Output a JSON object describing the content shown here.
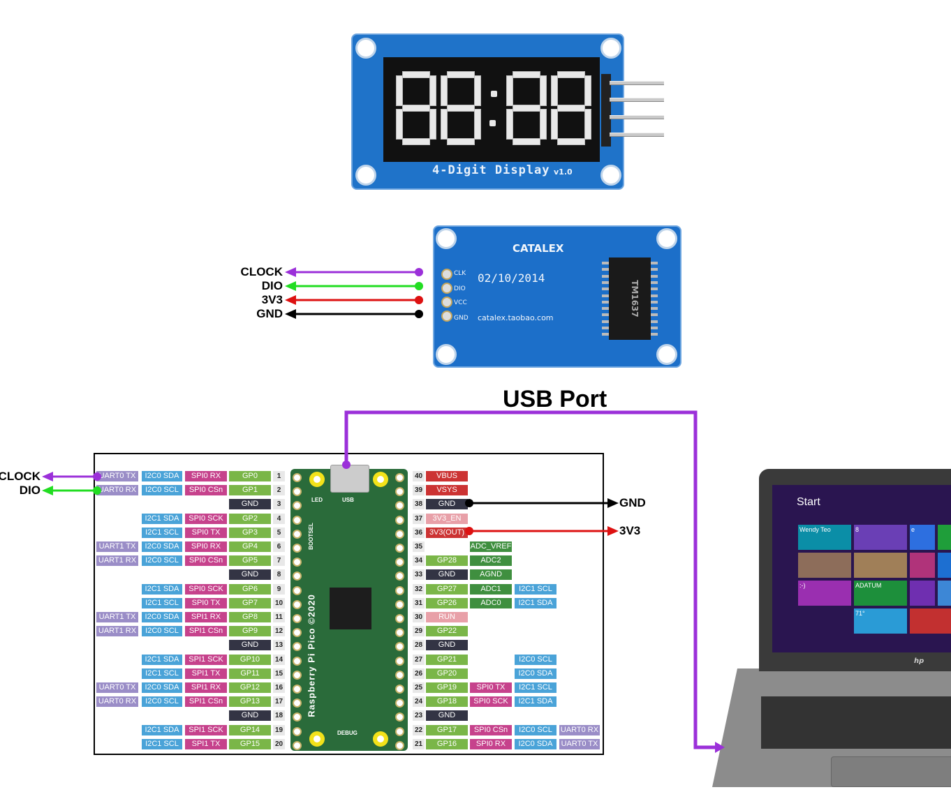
{
  "title": "USB Port",
  "display_front": {
    "label": "4-Digit Display",
    "version": "v1.0"
  },
  "display_back": {
    "brand": "CATALEX",
    "date": "02/10/2014",
    "url": "catalex.taobao.com",
    "chip": "TM1637",
    "pins": [
      "CLK",
      "DIO",
      "VCC",
      "GND"
    ]
  },
  "module_wires": [
    {
      "label": "CLOCK",
      "color": "#9b30d9"
    },
    {
      "label": "DIO",
      "color": "#22dd22"
    },
    {
      "label": "3V3",
      "color": "#dd1111"
    },
    {
      "label": "GND",
      "color": "#000000"
    }
  ],
  "pico_wires_left": [
    {
      "label": "CLOCK",
      "color": "#9b30d9"
    },
    {
      "label": "DIO",
      "color": "#22dd22"
    }
  ],
  "pico_wires_right": [
    {
      "label": "GND",
      "color": "#000000"
    },
    {
      "label": "3V3",
      "color": "#dd1111"
    }
  ],
  "usb_wire_color": "#9b30d9",
  "pico": {
    "board_text": "Raspberry Pi Pico ©2020",
    "usb_label": "USB",
    "led_label": "LED",
    "bootsel_label": "BOOTSEL",
    "debug_label": "DEBUG",
    "left_pins": [
      {
        "num": "1",
        "labels": [
          "UART0 TX",
          "I2C0 SDA",
          "SPI0 RX",
          "GP0"
        ]
      },
      {
        "num": "2",
        "labels": [
          "UART0 RX",
          "I2C0 SCL",
          "SPI0 CSn",
          "GP1"
        ]
      },
      {
        "num": "3",
        "labels": [
          "",
          "",
          "",
          "GND"
        ]
      },
      {
        "num": "4",
        "labels": [
          "",
          "I2C1 SDA",
          "SPI0 SCK",
          "GP2"
        ]
      },
      {
        "num": "5",
        "labels": [
          "",
          "I2C1 SCL",
          "SPI0 TX",
          "GP3"
        ]
      },
      {
        "num": "6",
        "labels": [
          "UART1 TX",
          "I2C0 SDA",
          "SPI0 RX",
          "GP4"
        ]
      },
      {
        "num": "7",
        "labels": [
          "UART1 RX",
          "I2C0 SCL",
          "SPI0 CSn",
          "GP5"
        ]
      },
      {
        "num": "8",
        "labels": [
          "",
          "",
          "",
          "GND"
        ]
      },
      {
        "num": "9",
        "labels": [
          "",
          "I2C1 SDA",
          "SPI0 SCK",
          "GP6"
        ]
      },
      {
        "num": "10",
        "labels": [
          "",
          "I2C1 SCL",
          "SPI0 TX",
          "GP7"
        ]
      },
      {
        "num": "11",
        "labels": [
          "UART1 TX",
          "I2C0 SDA",
          "SPI1 RX",
          "GP8"
        ]
      },
      {
        "num": "12",
        "labels": [
          "UART1 RX",
          "I2C0 SCL",
          "SPI1 CSn",
          "GP9"
        ]
      },
      {
        "num": "13",
        "labels": [
          "",
          "",
          "",
          "GND"
        ]
      },
      {
        "num": "14",
        "labels": [
          "",
          "I2C1 SDA",
          "SPI1 SCK",
          "GP10"
        ]
      },
      {
        "num": "15",
        "labels": [
          "",
          "I2C1 SCL",
          "SPI1 TX",
          "GP11"
        ]
      },
      {
        "num": "16",
        "labels": [
          "UART0 TX",
          "I2C0 SDA",
          "SPI1 RX",
          "GP12"
        ]
      },
      {
        "num": "17",
        "labels": [
          "UART0 RX",
          "I2C0 SCL",
          "SPI1 CSn",
          "GP13"
        ]
      },
      {
        "num": "18",
        "labels": [
          "",
          "",
          "",
          "GND"
        ]
      },
      {
        "num": "19",
        "labels": [
          "",
          "I2C1 SDA",
          "SPI1 SCK",
          "GP14"
        ]
      },
      {
        "num": "20",
        "labels": [
          "",
          "I2C1 SCL",
          "SPI1 TX",
          "GP15"
        ]
      }
    ],
    "right_pins": [
      {
        "num": "40",
        "labels": [
          "VBUS",
          "",
          "",
          ""
        ]
      },
      {
        "num": "39",
        "labels": [
          "VSYS",
          "",
          "",
          ""
        ]
      },
      {
        "num": "38",
        "labels": [
          "GND",
          "",
          "",
          ""
        ]
      },
      {
        "num": "37",
        "labels": [
          "3V3_EN",
          "",
          "",
          ""
        ]
      },
      {
        "num": "36",
        "labels": [
          "3V3(OUT)",
          "",
          "",
          ""
        ]
      },
      {
        "num": "35",
        "labels": [
          "",
          "ADC_VREF",
          "",
          ""
        ]
      },
      {
        "num": "34",
        "labels": [
          "GP28",
          "ADC2",
          "",
          ""
        ]
      },
      {
        "num": "33",
        "labels": [
          "GND",
          "AGND",
          "",
          ""
        ]
      },
      {
        "num": "32",
        "labels": [
          "GP27",
          "ADC1",
          "I2C1 SCL",
          ""
        ]
      },
      {
        "num": "31",
        "labels": [
          "GP26",
          "ADC0",
          "I2C1 SDA",
          ""
        ]
      },
      {
        "num": "30",
        "labels": [
          "RUN",
          "",
          "",
          ""
        ]
      },
      {
        "num": "29",
        "labels": [
          "GP22",
          "",
          "",
          ""
        ]
      },
      {
        "num": "28",
        "labels": [
          "GND",
          "",
          "",
          ""
        ]
      },
      {
        "num": "27",
        "labels": [
          "GP21",
          "",
          "I2C0 SCL",
          ""
        ]
      },
      {
        "num": "26",
        "labels": [
          "GP20",
          "",
          "I2C0 SDA",
          ""
        ]
      },
      {
        "num": "25",
        "labels": [
          "GP19",
          "SPI0 TX",
          "I2C1 SCL",
          ""
        ]
      },
      {
        "num": "24",
        "labels": [
          "GP18",
          "SPI0 SCK",
          "I2C1 SDA",
          ""
        ]
      },
      {
        "num": "23",
        "labels": [
          "GND",
          "",
          "",
          ""
        ]
      },
      {
        "num": "22",
        "labels": [
          "GP17",
          "SPI0 CSn",
          "I2C0 SCL",
          "UART0 RX"
        ]
      },
      {
        "num": "21",
        "labels": [
          "GP16",
          "SPI0 RX",
          "I2C0 SDA",
          "UART0 TX"
        ]
      }
    ]
  },
  "laptop": {
    "start_label": "Start",
    "brand": "hp",
    "tiles": [
      {
        "text": "Wendy Teo",
        "color": "#0b8ea7"
      },
      {
        "text": "8",
        "color": "#6a3fb5"
      },
      {
        "text": "e",
        "color": "#2d6fe0"
      },
      {
        "text": "",
        "color": "#1f9e3a"
      },
      {
        "text": "",
        "color": "#8d6d5a"
      },
      {
        "text": "",
        "color": "#a07f58"
      },
      {
        "text": "",
        "color": "#b0337a"
      },
      {
        "text": "",
        "color": "#1d6fd1"
      },
      {
        "text": ":-)",
        "color": "#9a2fb0"
      },
      {
        "text": "ADATUM",
        "color": "#1d8f3b"
      },
      {
        "text": "",
        "color": "#6f2fb0"
      },
      {
        "text": "",
        "color": "#3d87d6"
      },
      {
        "text": "71°",
        "color": "#2a9bd6"
      },
      {
        "text": "",
        "color": "#c23030"
      }
    ]
  }
}
